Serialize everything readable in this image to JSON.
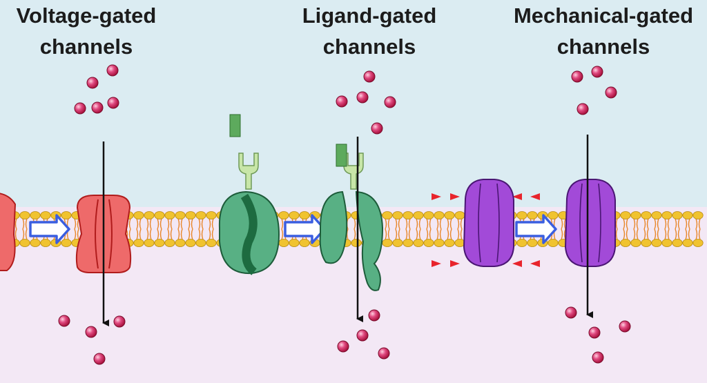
{
  "sections": [
    {
      "title_line1": "Voltage-gated",
      "title_line2": "channels",
      "channel_color": "#ee6a6a",
      "channel_edge": "#b01c1c"
    },
    {
      "title_line1": "Ligand-gated",
      "title_line2": "channels",
      "channel_color": "#58b084",
      "channel_edge": "#1d5c3a"
    },
    {
      "title_line1": "Mechanical-gated",
      "title_line2": "channels",
      "channel_color": "#a24ad8",
      "channel_edge": "#4a1673"
    }
  ],
  "colors": {
    "extracellular": "#dbecf2",
    "intracellular": "#f3e8f5",
    "lipid_head": "#f0c330",
    "lipid_tail": "#e8862a",
    "ion": "#d81c5c",
    "ligand": "#5daa5d",
    "receptor": "#c8e6a8",
    "transition_arrow": "#3a5ee0",
    "pressure_marker": "#e8242c"
  }
}
